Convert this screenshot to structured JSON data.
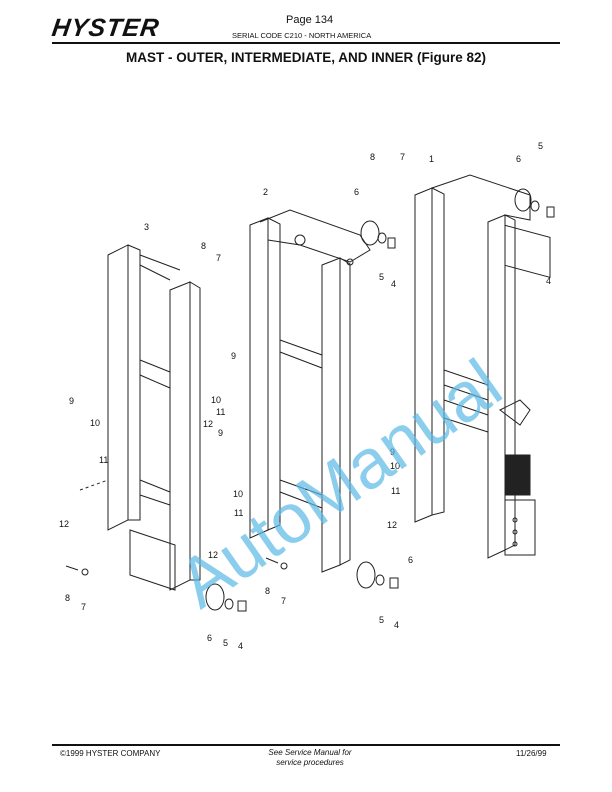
{
  "header": {
    "brand": "HYSTER",
    "page": "Page 134",
    "serial": "SERIAL CODE C210 - NORTH AMERICA"
  },
  "title": "MAST - OUTER, INTERMEDIATE, AND INNER (Figure 82)",
  "watermark": "AutoManual",
  "callouts": [
    "1",
    "2",
    "3",
    "4",
    "5",
    "6",
    "7",
    "8",
    "9",
    "10",
    "11",
    "12"
  ],
  "footer": {
    "copyright": "©1999 HYSTER COMPANY",
    "note_line1": "See Service Manual for",
    "note_line2": "service procedures",
    "date": "11/26/99"
  }
}
